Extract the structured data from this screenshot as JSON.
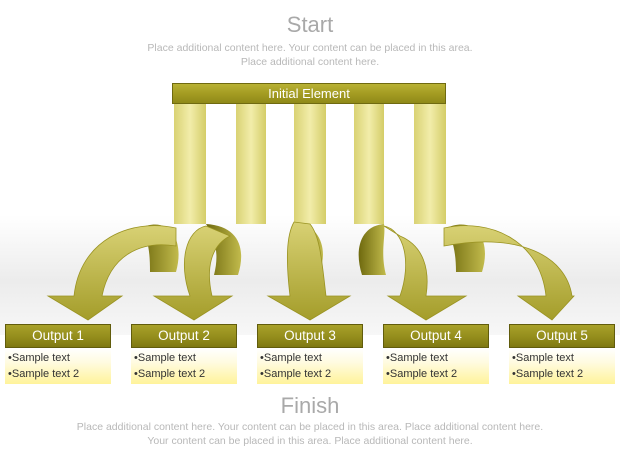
{
  "start": {
    "title": "Start",
    "text": "Place additional content here. Your content can be placed in this area.\nPlace additional content here."
  },
  "initial_element": "Initial Element",
  "outputs": [
    {
      "label": "Output 1",
      "items": [
        "Sample text",
        "Sample text 2"
      ]
    },
    {
      "label": "Output 2",
      "items": [
        "Sample text",
        "Sample text 2"
      ]
    },
    {
      "label": "Output 3",
      "items": [
        "Sample text",
        "Sample text 2"
      ]
    },
    {
      "label": "Output 4",
      "items": [
        "Sample text",
        "Sample text 2"
      ]
    },
    {
      "label": "Output 5",
      "items": [
        "Sample text",
        "Sample text 2"
      ]
    }
  ],
  "finish": {
    "title": "Finish",
    "text": "Place additional content here. Your content can be placed in this area. Place additional content here.\nYour content can be placed in this area. Place additional content here."
  },
  "colors": {
    "ribbon": "#e6e08e",
    "arrow": "#beb74a",
    "arrow_dark": "#7a7412",
    "box": "#9b9420",
    "heading": "#a9a9a9"
  }
}
